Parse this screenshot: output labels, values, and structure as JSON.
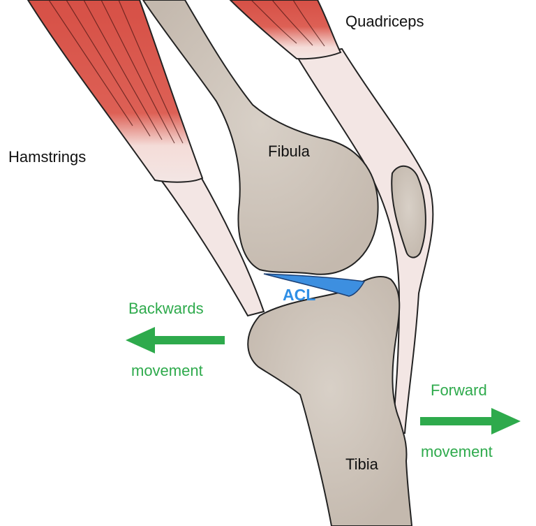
{
  "labels": {
    "quadriceps": "Quadriceps",
    "hamstrings": "Hamstrings",
    "fibula": "Fibula",
    "acl": "ACL",
    "tibia": "Tibia",
    "backwards_line1": "Backwards",
    "backwards_line2": "movement",
    "forward_line1": "Forward",
    "forward_line2": "movement"
  },
  "colors": {
    "bone": "#c8beb4",
    "muscle": "#d9574d",
    "tendon": "#f3e6e4",
    "ligament": "#3d8fe0",
    "acl_text": "#2f8fe6",
    "arrow": "#2eaa4c",
    "outline": "#222222"
  },
  "icons": {
    "backwards_arrow": "left-arrow-icon",
    "forward_arrow": "right-arrow-icon"
  }
}
